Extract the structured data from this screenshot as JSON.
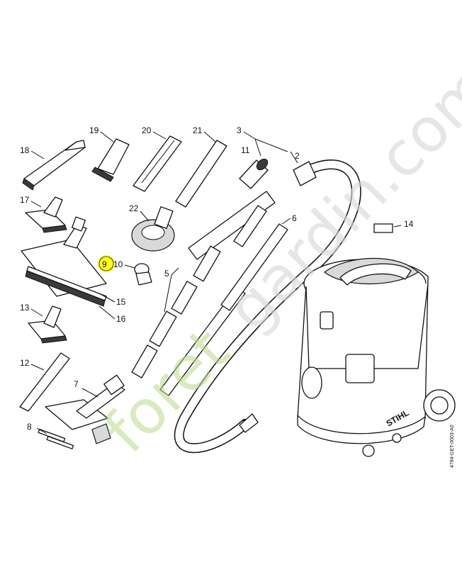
{
  "labels": {
    "p2": "2",
    "p3": "3",
    "p5": "5",
    "p6": "6",
    "p7": "7",
    "p8": "8",
    "p9": "9",
    "p10": "10",
    "p11": "11",
    "p12": "12",
    "p13": "13",
    "p14": "14",
    "p15": "15",
    "p16": "16",
    "p17": "17",
    "p18": "18",
    "p19": "19",
    "p20": "20",
    "p21": "21",
    "p22": "22"
  },
  "highlight": {
    "item": "9",
    "color": "#ffff00"
  },
  "drawing_code": "4784-GET-0003-A0",
  "brand": "STIHL",
  "watermark": {
    "green_part": "foret",
    "grey_part": "gardin.com"
  }
}
